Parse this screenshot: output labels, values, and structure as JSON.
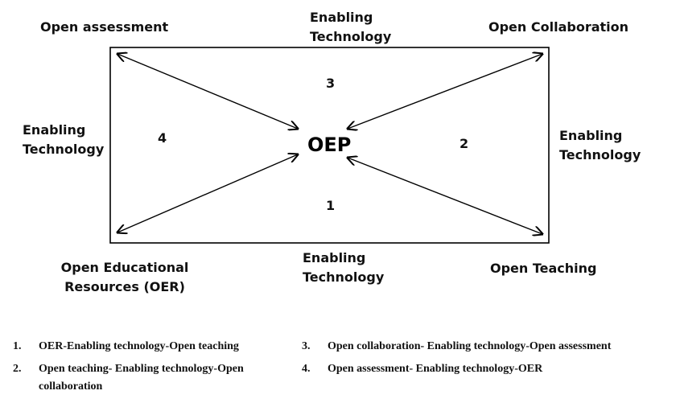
{
  "diagram": {
    "center": "OEP",
    "corners": {
      "top_left": "Open assessment",
      "top_right": "Open Collaboration",
      "bottom_left_line1": "Open Educational",
      "bottom_left_line2": "Resources (OER)",
      "bottom_right": "Open Teaching"
    },
    "edges": {
      "top_line1": "Enabling",
      "top_line2": "Technology",
      "right_line1": "Enabling",
      "right_line2": "Technology",
      "bottom_line1": "Enabling",
      "bottom_line2": "Technology",
      "left_line1": "Enabling",
      "left_line2": "Technology"
    },
    "regions": [
      "1",
      "2",
      "3",
      "4"
    ]
  },
  "legend": [
    {
      "num": "1.",
      "text": "OER-Enabling technology-Open teaching"
    },
    {
      "num": "2.",
      "text": "Open teaching- Enabling technology-Open",
      "text2": "collaboration"
    },
    {
      "num": "3.",
      "text": "Open collaboration- Enabling technology-Open assessment"
    },
    {
      "num": "4.",
      "text": "Open assessment- Enabling technology-OER"
    }
  ]
}
